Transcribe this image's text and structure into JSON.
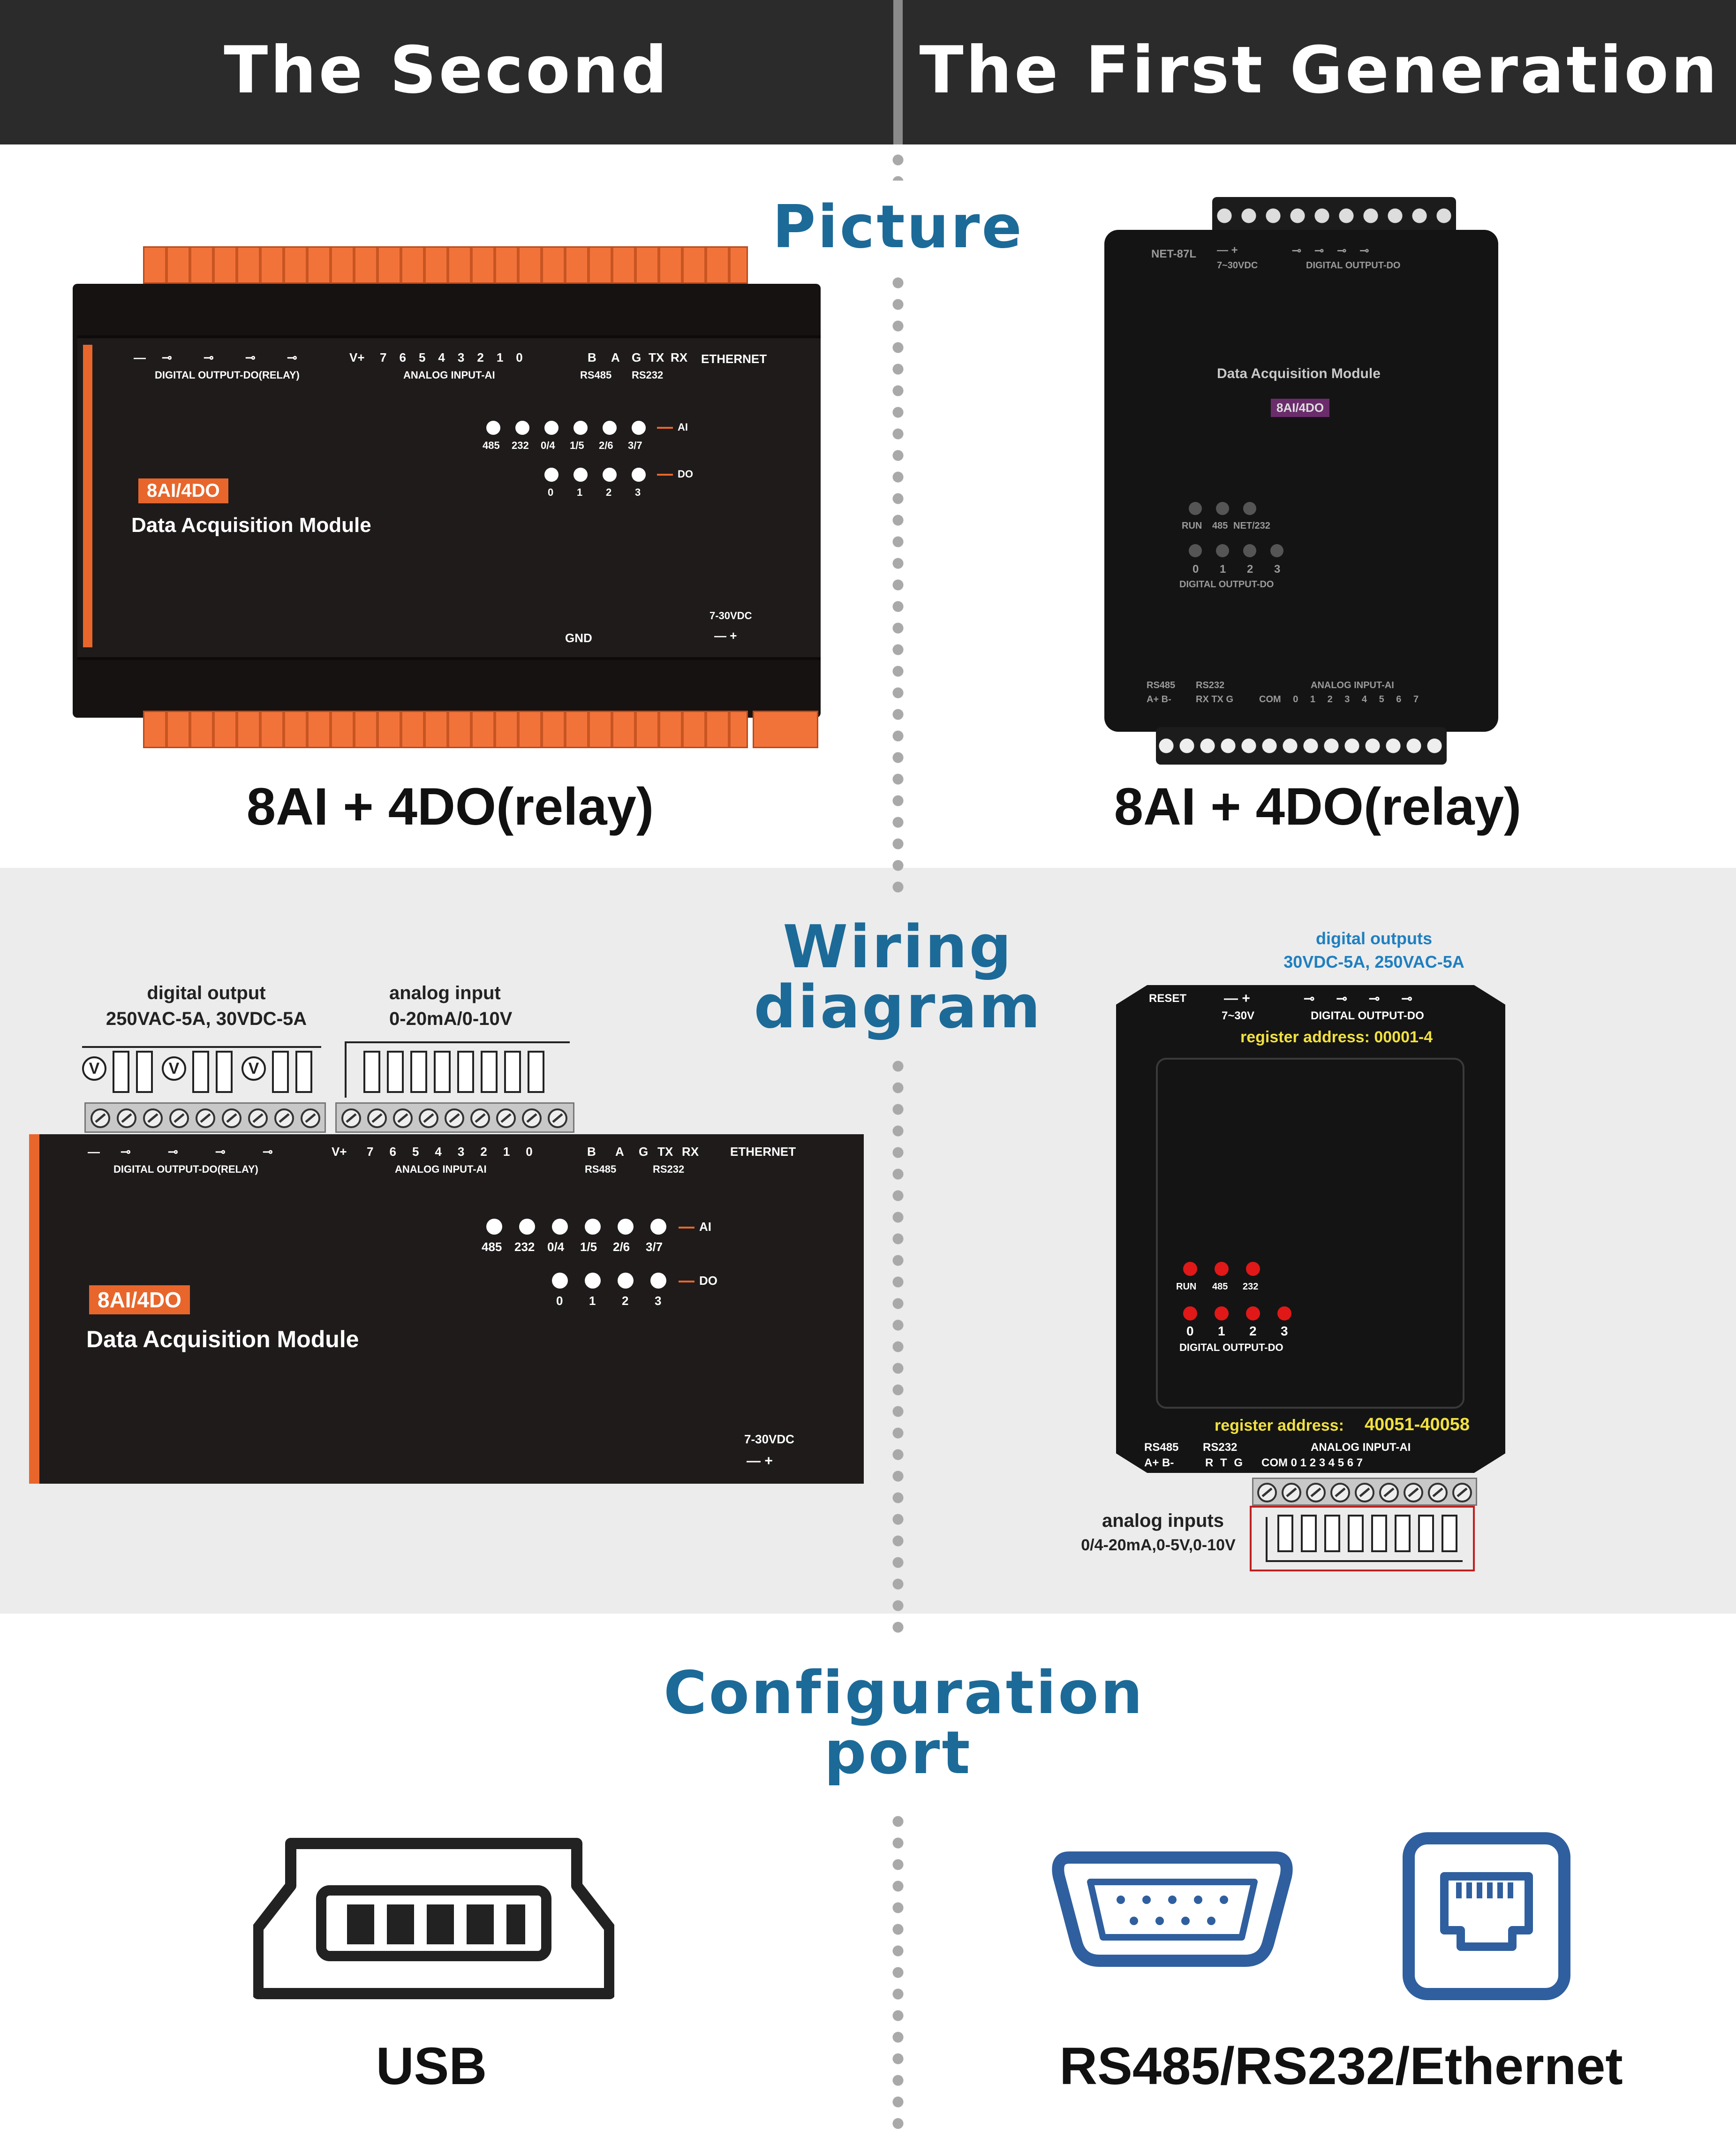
{
  "header": {
    "left_title": "The Second Generation",
    "right_title": "The First Generation"
  },
  "sections": {
    "picture": "Picture",
    "wiring_line1": "Wiring",
    "wiring_line2": "diagram",
    "config_line1": "Configuration",
    "config_line2": "port"
  },
  "second_gen": {
    "caption": "8AI + 4DO(relay)",
    "device": {
      "minus": "—",
      "do_label": "DIGITAL OUTPUT-DO(RELAY)",
      "vplus": "V+",
      "ai_numbers": [
        "7",
        "6",
        "5",
        "4",
        "3",
        "2",
        "1",
        "0"
      ],
      "ai_label": "ANALOG INPUT-AI",
      "rs485_ab": [
        "B",
        "A"
      ],
      "rs485_label": "RS485",
      "rs232_pins": [
        "G",
        "TX",
        "RX"
      ],
      "rs232_label": "RS232",
      "ethernet": "ETHERNET",
      "ai_leds": [
        "485",
        "232",
        "0/4",
        "1/5",
        "2/6",
        "3/7"
      ],
      "ai_tag": "AI",
      "do_leds": [
        "0",
        "1",
        "2",
        "3"
      ],
      "do_tag": "DO",
      "badge": "8AI/4DO",
      "module_name": "Data Acquisition Module",
      "gnd": "GND",
      "power": "7-30VDC",
      "power_polarity": "—   +"
    },
    "wiring": {
      "do_title": "digital output",
      "do_rating": "250VAC-5A, 30VDC-5A",
      "ai_title": "analog input",
      "ai_range": "0-20mA/0-10V",
      "volt_symbol": "V"
    },
    "port": "USB"
  },
  "first_gen": {
    "caption": "8AI + 4DO(relay)",
    "device": {
      "model": "NET-87L",
      "power_polarity": "—  +",
      "power": "7~30VDC",
      "do_label": "DIGITAL OUTPUT-DO",
      "module_name": "Data Acquisition Module",
      "badge": "8AI/4DO",
      "status_leds": [
        "RUN",
        "485",
        "NET/232"
      ],
      "do_numbers": [
        "0",
        "1",
        "2",
        "3"
      ],
      "do_label2": "DIGITAL OUTPUT-DO",
      "rs485": "RS485",
      "rs485_pins": "A+ B-",
      "rs232": "RS232",
      "rs232_pins": "RX TX G",
      "ai_label": "ANALOG INPUT-AI",
      "ai_pins": "COM 0 1 2 3 4 5 6 7"
    },
    "wiring": {
      "do_title": "digital outputs",
      "do_rating": "30VDC-5A, 250VAC-5A",
      "reset": "RESET",
      "power_polarity": "—  +",
      "power": "7~30V",
      "do_label": "DIGITAL OUTPUT-DO",
      "do_register": "register address: 00001-4",
      "status_leds": [
        "RUN",
        "485",
        "232"
      ],
      "do_numbers": [
        "0",
        "1",
        "2",
        "3"
      ],
      "do_label2": "DIGITAL OUTPUT-DO",
      "ai_register_label": "register address:",
      "ai_register_value": "40051-40058",
      "rs485": "RS485",
      "rs485_pins": "A+ B-",
      "rs232": "RS232",
      "rs232_pins": "R T G",
      "ai_label": "ANALOG INPUT-AI",
      "ai_pins": "COM 0  1  2  3  4  5  6  7",
      "ai_title": "analog inputs",
      "ai_range": "0/4-20mA,0-5V,0-10V"
    },
    "port": "RS485/RS232/Ethernet"
  },
  "icons": {
    "usb": "usb-port-icon",
    "serial": "db9-serial-port-icon",
    "ethernet": "rj45-ethernet-port-icon"
  },
  "colors": {
    "header_bg": "#2b2b2b",
    "title_blue": "#1c6a98",
    "accent_orange": "#e8662b",
    "icon_blue": "#2f5f9e"
  }
}
